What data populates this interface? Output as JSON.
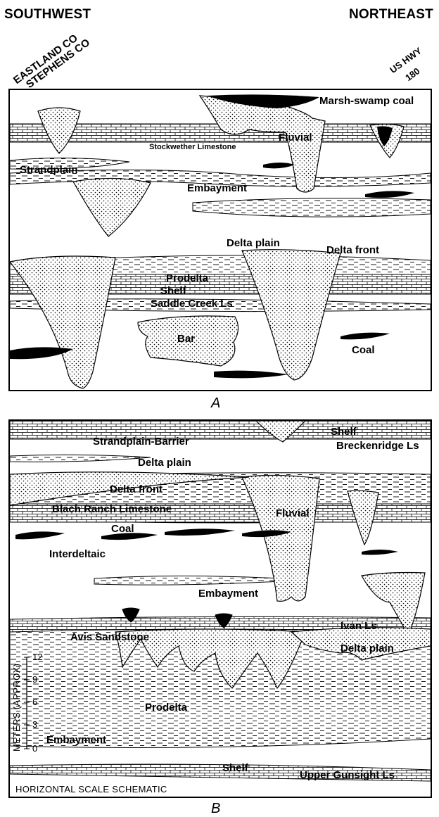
{
  "header": {
    "left": "SOUTHWEST",
    "right": "NORTHEAST"
  },
  "county": {
    "line1": "EASTLAND CO",
    "line2": "STEPHENS CO"
  },
  "highway": {
    "line1": "US HWY",
    "line2": "180"
  },
  "panel_a": {
    "caption": "A",
    "labels": {
      "marsh": "Marsh-swamp coal",
      "fluvial": "Fluvial",
      "stockwether": "Stockwether Limestone",
      "strandplain": "Strandplain",
      "embayment": "Embayment",
      "delta_plain": "Delta plain",
      "delta_front": "Delta front",
      "prodelta": "Prodelta",
      "shelf": "Shelf",
      "saddle": "Saddle Creek Ls",
      "bar": "Bar",
      "coal": "Coal"
    }
  },
  "panel_b": {
    "caption": "B",
    "labels": {
      "shelf_top": "Shelf",
      "breckenridge": "Breckenridge Ls",
      "strandplain_barrier": "Strandplain-Barrier",
      "delta_plain_top": "Delta plain",
      "delta_front": "Delta front",
      "fluvial": "Fluvial",
      "blach": "Blach Ranch Limestone",
      "coal": "Coal",
      "interdeltaic": "Interdeltaic",
      "embayment_mid": "Embayment",
      "avis": "Avis Sandstone",
      "ivan": "Ivan Ls",
      "delta_plain_low": "Delta plain",
      "prodelta": "Prodelta",
      "embayment_low": "Embayment",
      "shelf_bottom": "Shelf",
      "upper_gunsight": "Upper Gunsight Ls",
      "h_scale": "HORIZONTAL SCALE SCHEMATIC"
    },
    "scale": {
      "title": "METERS (APPROX)",
      "ticks": [
        "12",
        "9",
        "6",
        "3",
        "0"
      ]
    }
  }
}
